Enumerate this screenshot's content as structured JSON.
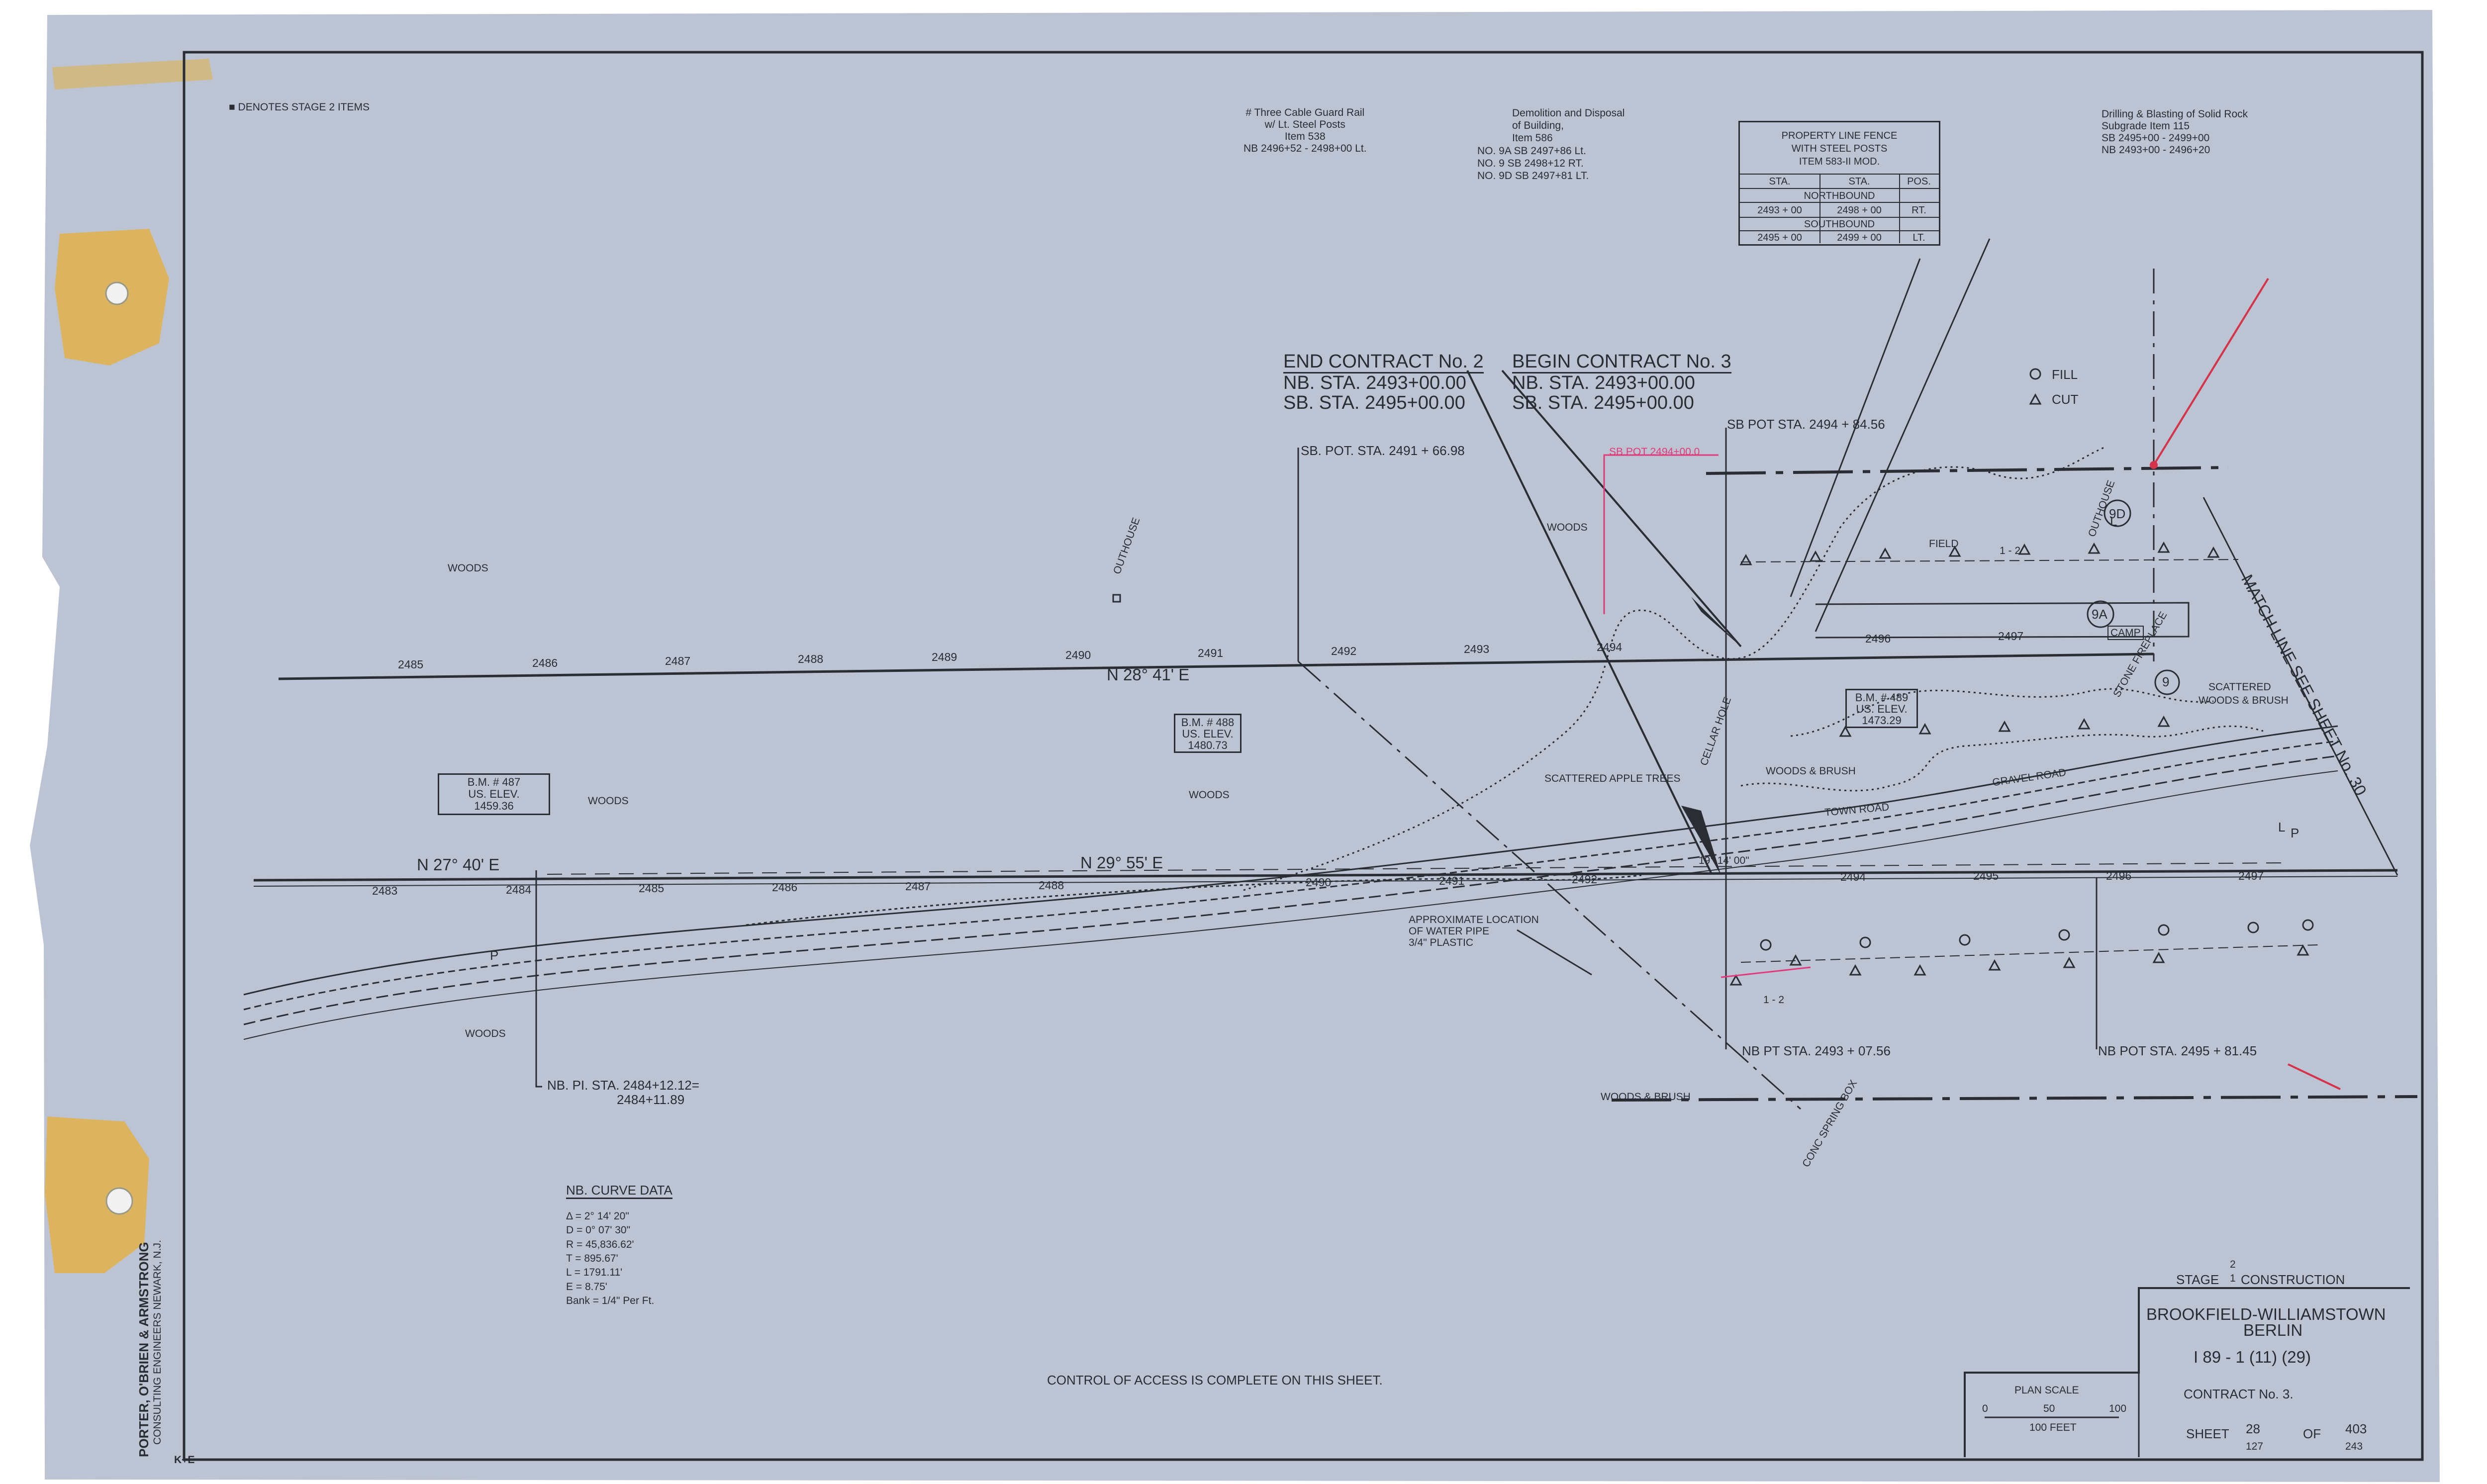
{
  "colors": {
    "paper": "#bcc4d4",
    "ink": "#2a2d33",
    "red_ink": "#d4334a",
    "pink_ink": "#e03a7a",
    "tape": "#e0b65a"
  },
  "notes": {
    "stage_items": "DENOTES STAGE 2 ITEMS",
    "guard_rail": [
      "# Three Cable Guard Rail",
      "w/ Lt. Steel Posts",
      "Item 538",
      "NB 2496+52 - 2498+00 Lt."
    ],
    "demolition": [
      "Demolition and Disposal",
      "of Building,",
      "Item 586",
      "NO. 9A SB 2497+86 Lt.",
      "NO. 9 SB 2498+12 RT.",
      "NO. 9D SB 2497+81 LT."
    ],
    "drilling": [
      "Drilling & Blasting of Solid Rock",
      "Subgrade Item 115",
      "SB 2495+00 - 2499+00",
      "NB 2493+00 - 2496+20"
    ],
    "control_access": "CONTROL OF ACCESS IS COMPLETE ON THIS SHEET."
  },
  "fence_table": {
    "title": [
      "PROPERTY LINE FENCE",
      "WITH STEEL POSTS",
      "ITEM 583-II MOD."
    ],
    "headers": [
      "STA.",
      "STA.",
      "POS."
    ],
    "northbound_label": "NORTHBOUND",
    "northbound": [
      "2493 + 00",
      "2498 + 00",
      "RT."
    ],
    "southbound_label": "SOUTHBOUND",
    "southbound": [
      "2495 + 00",
      "2499 + 00",
      "LT."
    ]
  },
  "contract": {
    "end_title": "END CONTRACT No. 2",
    "end_nb": "NB. STA. 2493+00.00",
    "end_sb": "SB. STA. 2495+00.00",
    "begin_title": "BEGIN CONTRACT No. 3",
    "begin_nb": "NB. STA. 2493+00.00",
    "begin_sb": "SB. STA. 2495+00.00"
  },
  "legend": {
    "fill": "FILL",
    "cut": "CUT"
  },
  "stations_upper": [
    "2485",
    "2486",
    "2487",
    "2488",
    "2489",
    "2490",
    "2491",
    "2492",
    "2493",
    "2494",
    "2496",
    "2497"
  ],
  "stations_lower": [
    "2483",
    "2484",
    "2485",
    "2486",
    "2487",
    "2488",
    "2490",
    "2491",
    "2492",
    "2494",
    "2495",
    "2496",
    "2497"
  ],
  "bearings": {
    "upper": "N 28° 41' E",
    "lower_left": "N 27° 40' E",
    "lower_right": "N 29° 55' E"
  },
  "points": {
    "sb_pot_2491": "SB. POT. STA. 2491 + 66.98",
    "sb_pot_2494": "SB POT STA. 2494 + 84.56",
    "nb_pt_2493": "NB PT STA. 2493 + 07.56",
    "nb_pot_2495": "NB POT STA. 2495 + 81.45",
    "nb_pi_line1": "NB. PI. STA. 2484+12.12=",
    "nb_pi_line2": "2484+11.89",
    "sb_pot_red": "SB POT 2494+00.0"
  },
  "benchmarks": [
    {
      "name": "B.M. # 487",
      "elev_label": "US. ELEV.",
      "elev": "1459.36"
    },
    {
      "name": "B.M. # 488",
      "elev_label": "US. ELEV.",
      "elev": "1480.73"
    },
    {
      "name": "B.M. # 489",
      "elev_label": "US. ELEV.",
      "elev": "1473.29"
    }
  ],
  "labels": {
    "woods": "WOODS",
    "woods_brush": "WOODS & BRUSH",
    "scattered_apple": "SCATTERED APPLE TREES",
    "scattered_woods": [
      "SCATTERED",
      "WOODS & BRUSH"
    ],
    "field": "FIELD",
    "outhouse": "OUTHOUSE",
    "cellar_hole": "CELLAR HOLE",
    "camp": "CAMP",
    "stone_fireplace": "STONE FIREPLACE",
    "gravel_road": "GRAVEL ROAD",
    "town_road": "TOWN ROAD",
    "water_pipe": [
      "APPROXIMATE LOCATION",
      "OF WATER PIPE",
      "3/4\" PLASTIC"
    ],
    "conc_spring_box": "CONC SPRING BOX",
    "match_line": "MATCH LINE SEE SHEET No. 30",
    "ratio_1_2": "1 - 2",
    "bldg_9": "9",
    "bldg_9a": "9A",
    "bldg_9d": "9D",
    "p_marker": "P",
    "l_marker": "L",
    "angle_19": "19° 14' 00\""
  },
  "curve_data": {
    "title": "NB. CURVE DATA",
    "rows": [
      "Δ = 2° 14' 20\"",
      "D = 0° 07' 30\"",
      "R = 45,836.62'",
      "T = 895.67'",
      "L = 1791.11'",
      "E = 8.75'",
      "Bank = 1/4\" Per Ft."
    ]
  },
  "title_block": {
    "stage_label": "STAGE",
    "stage_top": "2",
    "stage_bottom": "1",
    "construction": "CONSTRUCTION",
    "town": "BROOKFIELD-WILLIAMSTOWN",
    "town2": "BERLIN",
    "route": "I 89 - 1 (11) (29)",
    "contract": "CONTRACT No. 3.",
    "sheet_label": "SHEET",
    "sheet": "28",
    "sheet_alt": "127",
    "of_label": "OF",
    "of": "403",
    "of_alt": "243",
    "plan_scale": "PLAN SCALE",
    "scale_ticks": [
      "0",
      "50",
      "100"
    ],
    "scale_feet": "100 FEET"
  },
  "firm": {
    "name": "PORTER, O'BRIEN & ARMSTRONG",
    "sub": "CONSULTING ENGINEERS NEWARK, N.J."
  },
  "manufacturer": "K+E"
}
